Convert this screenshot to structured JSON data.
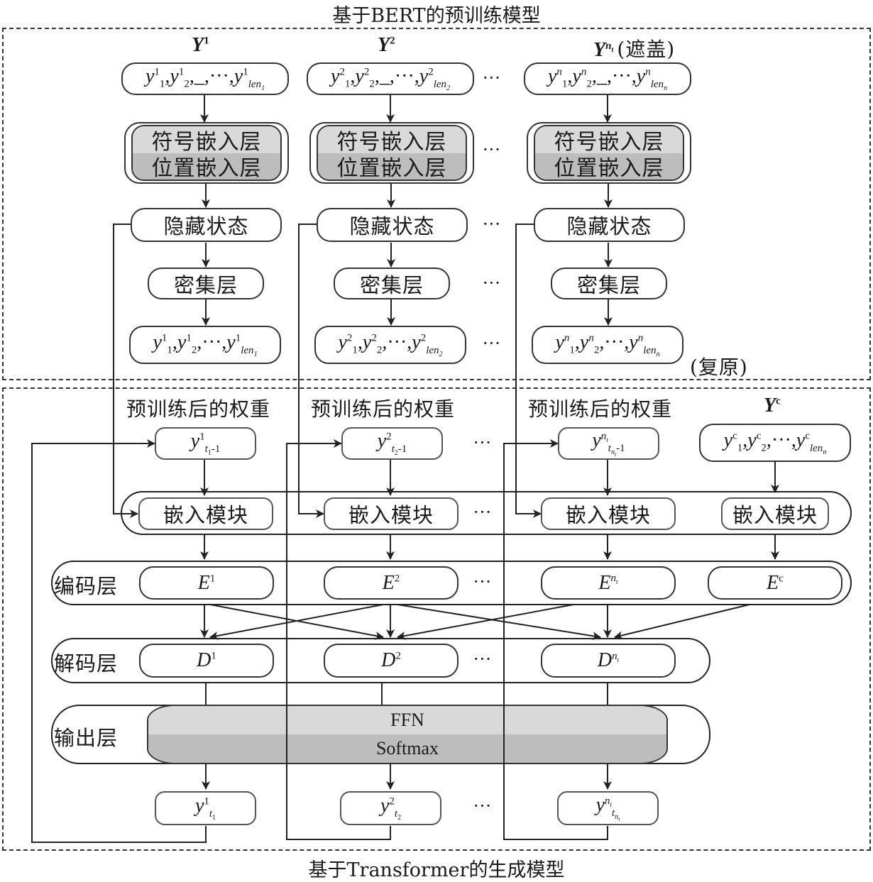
{
  "bert": {
    "title": "基于BERT的预训练模型",
    "columns": [
      {
        "header_var": "Y",
        "header_sup": "1",
        "header_note": "",
        "input": {
          "seq": [
            "y",
            "1",
            "1",
            "y",
            "1",
            "2",
            "_",
            "···",
            "y",
            "1",
            "len",
            "1"
          ]
        },
        "output_sup": "1",
        "output_sub": "1"
      },
      {
        "header_var": "Y",
        "header_sup": "2",
        "header_note": "",
        "output_sup": "2",
        "output_sub": "2"
      },
      {
        "header_var": "Y",
        "header_sup": "nt",
        "header_note": "(遮盖)",
        "output_sup": "n",
        "output_sub": "n"
      }
    ],
    "embedding_top": "符号嵌入层",
    "embedding_bottom": "位置嵌入层",
    "hidden_state": "隐藏状态",
    "dense_layer": "密集层",
    "restore_note": "(复原)",
    "ellipsis": "···"
  },
  "transformer": {
    "title": "基于Transformer的生成模型",
    "pretrained_weights": "预训练后的权重",
    "context_header_var": "Y",
    "context_header_sup": "c",
    "embed_module": "嵌入模块",
    "encoder_label": "编码层",
    "decoder_label": "解码层",
    "output_label": "输出层",
    "encoders": [
      {
        "var": "E",
        "sup": "1"
      },
      {
        "var": "E",
        "sup": "2"
      },
      {
        "var": "E",
        "sup": "nt"
      },
      {
        "var": "E",
        "sup": "c"
      }
    ],
    "decoders": [
      {
        "var": "D",
        "sup": "1"
      },
      {
        "var": "D",
        "sup": "2"
      },
      {
        "var": "D",
        "sup": "nt"
      }
    ],
    "ffn": "FFN",
    "softmax": "Softmax",
    "ellipsis": "···"
  },
  "colors": {
    "line": "#222222",
    "embed_top_fill": "#d9d9d9",
    "embed_bottom_fill": "#bdbdbd",
    "dash_border": "#333333"
  }
}
